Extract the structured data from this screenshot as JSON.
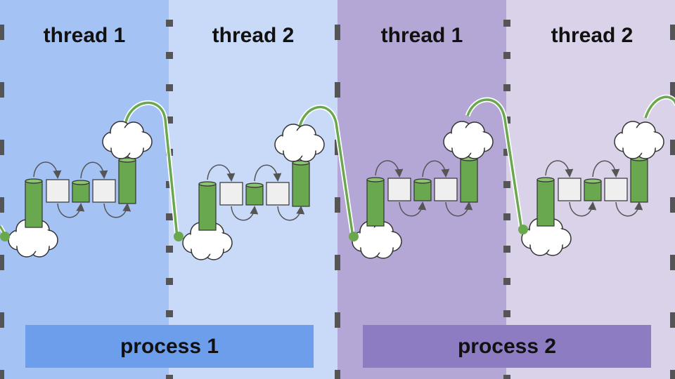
{
  "colors": {
    "p1_t1_bg": "#a4c2f4",
    "p1_t2_bg": "#c9daf8",
    "p2_t1_bg": "#b4a7d6",
    "p2_t2_bg": "#d9d2e9",
    "process1_box": "#6d9eeb",
    "process2_box": "#8e7cc3",
    "stack_green": "#6aa84f",
    "box_gray": "#efefef",
    "divider": "#555555"
  },
  "threads": [
    {
      "label": "thread 1",
      "process": 1
    },
    {
      "label": "thread 2",
      "process": 1
    },
    {
      "label": "thread 1",
      "process": 2
    },
    {
      "label": "thread 2",
      "process": 2
    }
  ],
  "processes": [
    {
      "label": "process 1"
    },
    {
      "label": "process 2"
    }
  ]
}
